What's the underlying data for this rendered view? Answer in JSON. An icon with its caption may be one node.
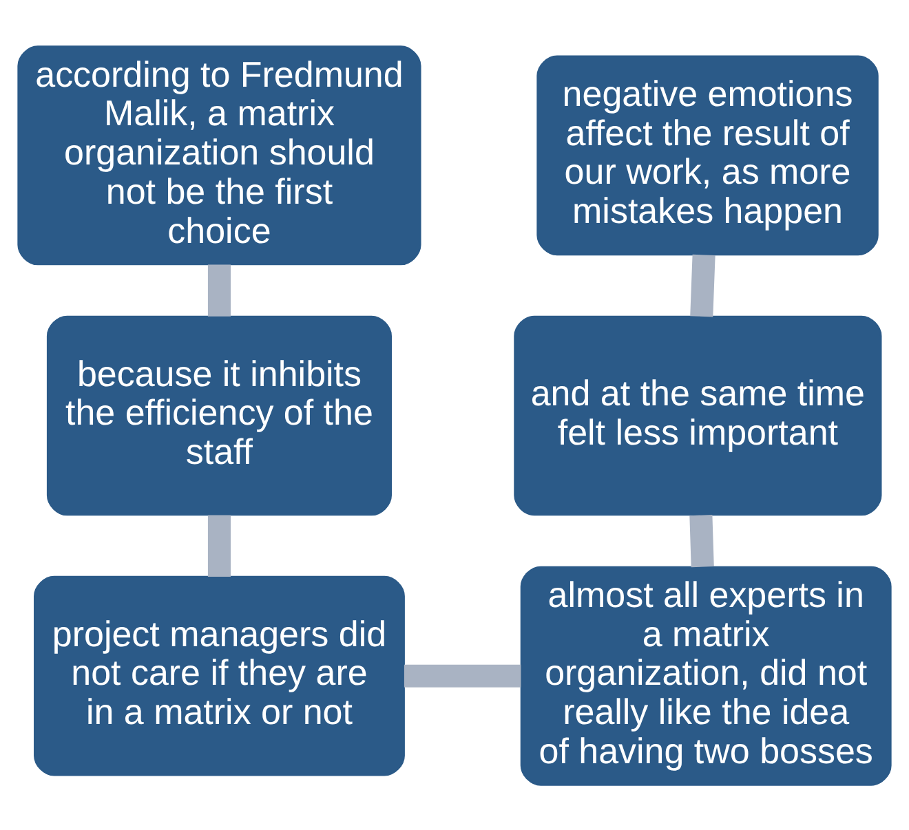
{
  "diagram": {
    "nodes": [
      {
        "text": [
          "according to Fredmund Malik, a matrix organization should not be the first choice"
        ]
      },
      {
        "text": [
          "because it inhibits the efficiency of the staff"
        ]
      },
      {
        "text": [
          "project managers did not care if they are in a matrix or not"
        ]
      },
      {
        "text": [
          "almost all experts in a matrix organization, did not really like the idea of having two bosses"
        ]
      },
      {
        "text": [
          "and at the same time felt less important"
        ]
      },
      {
        "text": [
          "negative emotions affect the result of our work, as more mistakes happen"
        ]
      }
    ],
    "edges": [
      {
        "from": 0,
        "to": 1,
        "arrow": "none"
      },
      {
        "from": 1,
        "to": 2,
        "arrow": "none"
      },
      {
        "from": 2,
        "to": 3,
        "arrow": "none"
      },
      {
        "from": 3,
        "to": 4,
        "arrow": "none"
      },
      {
        "from": 4,
        "to": 5,
        "arrow": "none"
      }
    ]
  }
}
